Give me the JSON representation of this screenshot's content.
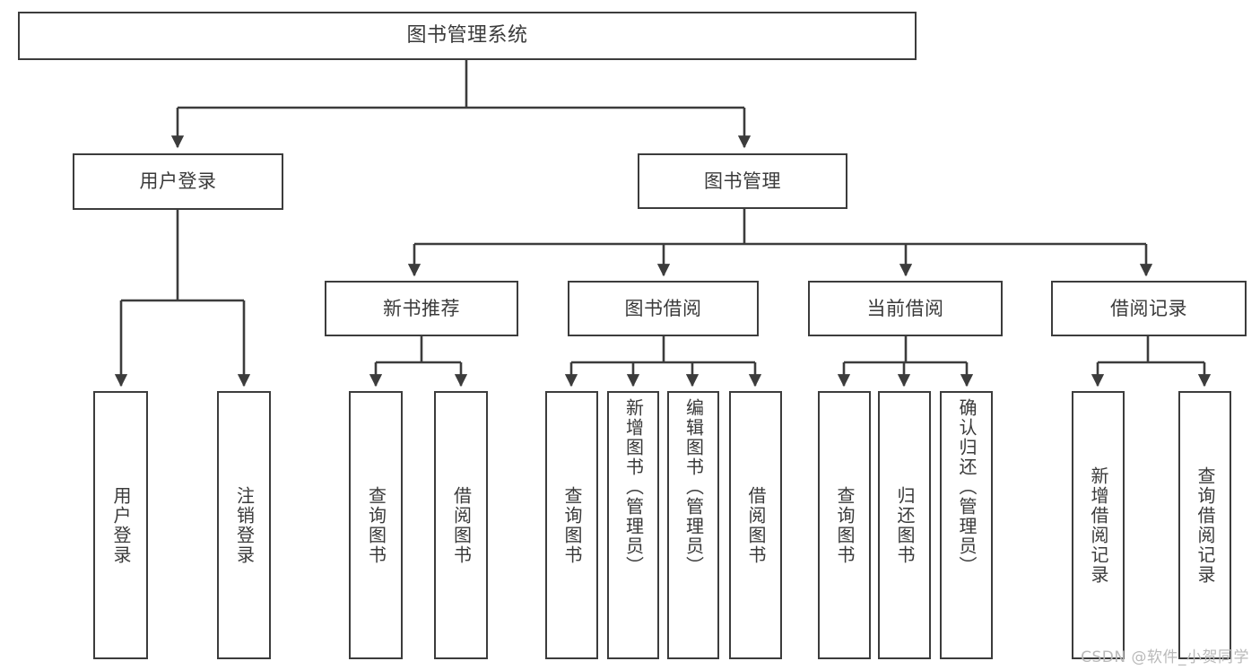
{
  "diagram": {
    "title": "图书管理系统",
    "type": "tree",
    "watermark": "CSDN @软件_小贺同学",
    "colors": {
      "box_border": "#3c3c3c",
      "box_fill": "#ffffff",
      "connector": "#3c3c3c",
      "text": "#3a3a3a",
      "watermark": "#b9b9b9",
      "background": "#ffffff"
    },
    "nodes": {
      "root": {
        "label": "图书管理系统"
      },
      "level1": [
        {
          "label": "用户登录"
        },
        {
          "label": "图书管理"
        }
      ],
      "level2": [
        {
          "label": "新书推荐"
        },
        {
          "label": "图书借阅"
        },
        {
          "label": "当前借阅"
        },
        {
          "label": "借阅记录"
        }
      ],
      "leaves_user_login": [
        {
          "label": "用户登录"
        },
        {
          "label": "注销登录"
        }
      ],
      "leaves_new_book": [
        {
          "label": "查询图书"
        },
        {
          "label": "借阅图书"
        }
      ],
      "leaves_borrow": [
        {
          "label": "查询图书"
        },
        {
          "label": "新增图书（管理员）"
        },
        {
          "label": "编辑图书（管理员）"
        },
        {
          "label": "借阅图书"
        }
      ],
      "leaves_current": [
        {
          "label": "查询图书"
        },
        {
          "label": "归还图书"
        },
        {
          "label": "确认归还（管理员）"
        }
      ],
      "leaves_records": [
        {
          "label": "新增借阅记录"
        },
        {
          "label": "查询借阅记录"
        }
      ]
    }
  }
}
